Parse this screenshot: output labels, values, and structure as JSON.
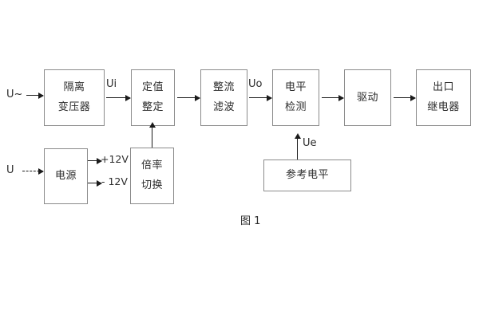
{
  "figure": {
    "caption": "图 1",
    "colors": {
      "box_border": "#8b8b8b",
      "arrow": "#1b1b1b",
      "text": "#2b2b2b",
      "background": "#ffffff"
    }
  },
  "blocks": {
    "isolation_transformer": {
      "line1": "隔离",
      "line2": "变压器"
    },
    "setting_value": {
      "line1": "定值",
      "line2": "整定"
    },
    "rectify_filter": {
      "line1": "整流",
      "line2": "滤波"
    },
    "level_detect": {
      "line1": "电平",
      "line2": "检测"
    },
    "drive": {
      "line1": "驱动"
    },
    "output_relay": {
      "line1": "出口",
      "line2": "继电器"
    },
    "power_supply": {
      "line1": "电源"
    },
    "multiplier_switch": {
      "line1": "倍率",
      "line2": "切换"
    },
    "reference_level": {
      "line1": "参考电平"
    }
  },
  "labels": {
    "input_ac": "U~",
    "input_dc": "U",
    "ui": "Ui",
    "uo": "Uo",
    "ue": "Ue",
    "plus12v": "+12V",
    "minus12v": "- 12V"
  }
}
